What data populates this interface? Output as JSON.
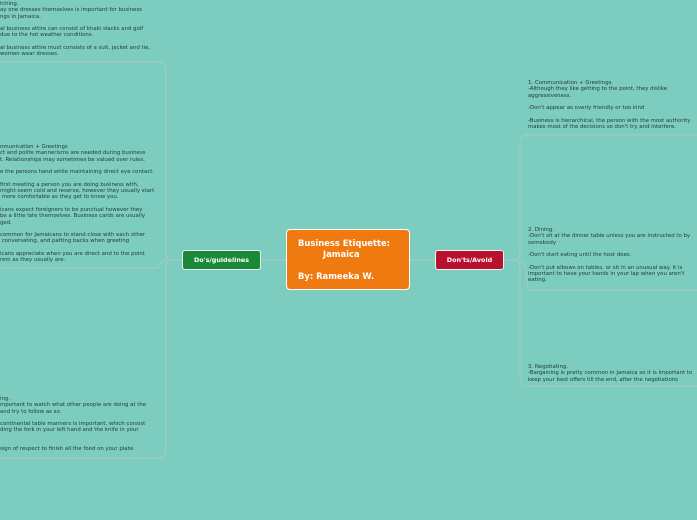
{
  "central": {
    "title_line1": "Business Etiquette:",
    "title_line2": "Jamaica",
    "author": "By: Rameeka W."
  },
  "dos": {
    "label": "Do's/guidelines",
    "color": "#1a8a38",
    "dress": [
      "tching.",
      "ay one dresses themselves is important for business",
      "ngs in Jamaica.",
      "",
      "al business attire can consist of khaki slacks and golf",
      "due to the hot weather conditions.",
      "",
      "al business attire must consists of a suit, jacket and tie,",
      "women wear dresses."
    ],
    "communication": [
      "nmunication + Greetings",
      "ct and polite mannerisms are needed during business",
      "t. Relationships may sometimes be valued over rules.",
      "",
      "e the persons hand while maintaining direct eye contact.",
      "",
      "first meeting a person you are doing business with,",
      "might seem cold and reserve, however they usually start",
      " more comfortable as they get to know you.",
      "",
      "icans expect foreigners to be punctual however they",
      "be a little late themselves. Business cards are usually",
      "ged.",
      "",
      "common for Jamaicans to stand close with each other",
      " conversating, and patting backs when greeting",
      "",
      "icans appreciate when you are direct and to the point",
      "rem as they usually are."
    ],
    "dining": [
      "ing.",
      "mportant to watch what other people are doing at the",
      "and try to follow as so.",
      "",
      "continental table manners is important, which consist",
      "ding the fork in your left hand and the knife in your",
      "",
      "",
      "sign of respect to finish all the food on your plate."
    ]
  },
  "donts": {
    "label": "Don'ts/Avoid",
    "color": "#b8102d",
    "communication": [
      "1. Communication + Greetings.",
      "-Although they like getting to the point, they dislike",
      "aggressiveness.",
      "",
      "-Don't appear as overly friendly or too kind",
      "",
      "-Business is hierarchical, the person with the most authority",
      "makes most of the decisions so don't try and interfere."
    ],
    "dining": [
      "2. Dining.",
      "-Don't sit at the dinner table unless you are instructed to by",
      "somebody",
      "",
      "-Don't start eating until the host does.",
      "",
      "-Don't put elbows on tables, or sit in an unusual way. It is",
      "important to have your hands in your lap when you aren't",
      "eating."
    ],
    "negotiating": [
      "3. Negotiating.",
      "-Bargaining is pretty common in Jamaica so it is important to",
      "keep your best offers till the end, after the negotiations"
    ]
  },
  "colors": {
    "background": "#7ccdc0",
    "central": "#ef7a10"
  }
}
